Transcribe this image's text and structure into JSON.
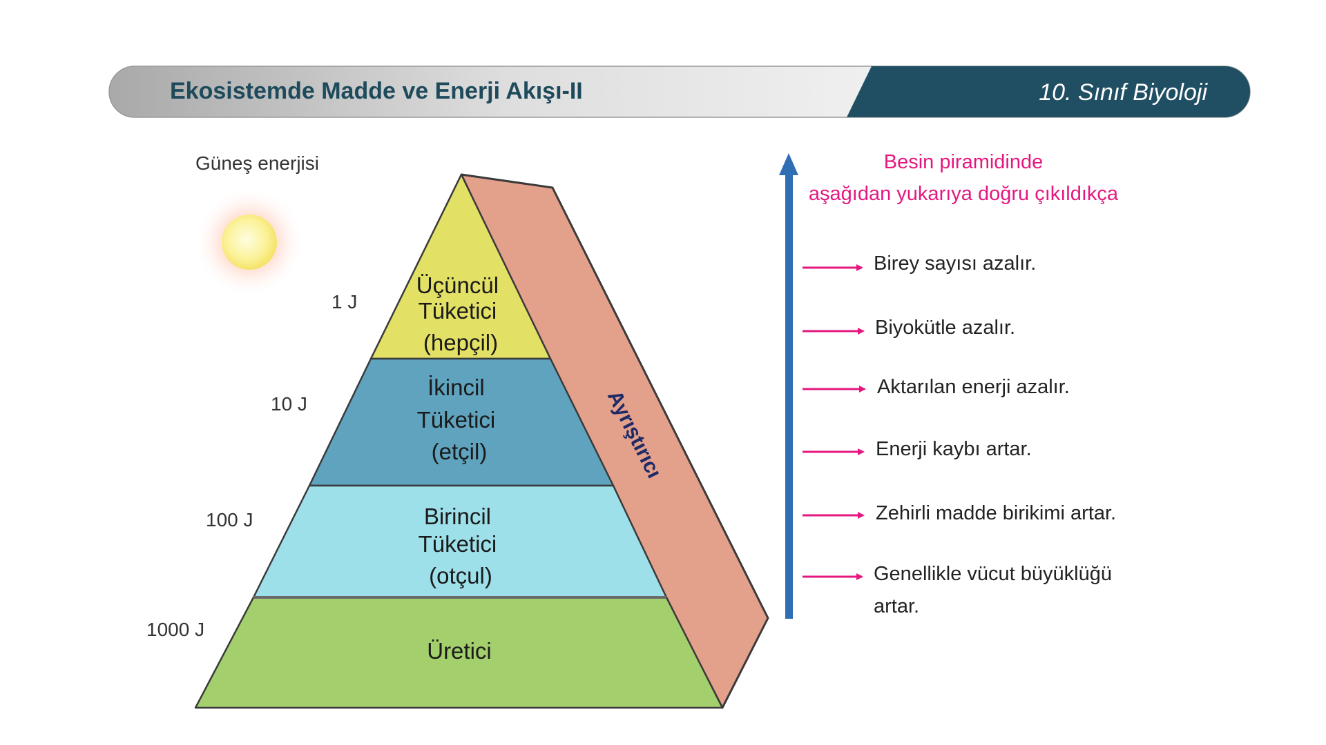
{
  "header": {
    "title": "Ekosistemde Madde ve Enerji Akışı-II",
    "subject": "10. Sınıf Biyoloji"
  },
  "sun": {
    "label": "Güneş enerjisi",
    "icon": "sun-icon"
  },
  "pyramid": {
    "levels": [
      {
        "lines": [
          "Üçüncül",
          "Tüketici",
          "(hepçil)"
        ],
        "energy": "1 J",
        "color": "#e3e066"
      },
      {
        "lines": [
          "İkincil",
          "Tüketici",
          "(etçil)"
        ],
        "energy": "10 J",
        "color": "#5fa3be"
      },
      {
        "lines": [
          "Birincil",
          "Tüketici",
          "(otçul)"
        ],
        "energy": "100 J",
        "color": "#9de0ea"
      },
      {
        "lines": [
          "Üretici"
        ],
        "energy": "1000 J",
        "color": "#a3d06d"
      }
    ],
    "decomposer": {
      "label": "Ayrıştırıcı",
      "color": "#e3a08b"
    }
  },
  "trend": {
    "heading_line1": "Besin piramidinde",
    "heading_line2": "aşağıdan yukarıya doğru çıkıldıkça",
    "heading_color": "#e5177f",
    "arrow_color": "#2f6db5",
    "items": [
      {
        "lines": [
          "Birey sayısı azalır."
        ]
      },
      {
        "lines": [
          "Biyokütle azalır."
        ]
      },
      {
        "lines": [
          "Aktarılan enerji azalır."
        ]
      },
      {
        "lines": [
          "Enerji kaybı artar."
        ]
      },
      {
        "lines": [
          "Zehirli madde birikimi artar."
        ]
      },
      {
        "lines": [
          "Genellikle vücut büyüklüğü",
          "artar."
        ]
      }
    ]
  },
  "colors": {
    "header_dark": "#204f63",
    "header_text": "#1e4a5c",
    "pink": "#e5177f"
  }
}
